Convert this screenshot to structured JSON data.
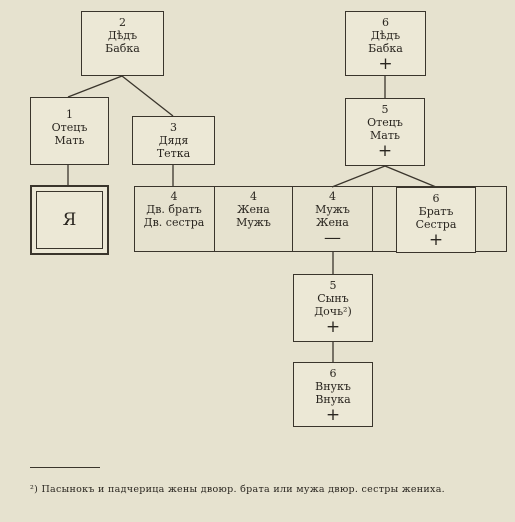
{
  "boxes": {
    "grandparents_left": {
      "num": "2",
      "l1": "Дѣдъ",
      "l2": "Бабка",
      "sign": ""
    },
    "parents_left": {
      "num": "1",
      "l1": "Отецъ",
      "l2": "Мать",
      "sign": ""
    },
    "uncle_aunt": {
      "num": "3",
      "l1": "Дядя",
      "l2": "Тетка",
      "sign": ""
    },
    "cousins": {
      "num": "4",
      "l1": "Дв. братъ",
      "l2": "Дв. сестра",
      "sign": ""
    },
    "spouse": {
      "num": "4",
      "l1": "Жена",
      "l2": "Мужъ",
      "sign": ""
    },
    "husband_wife": {
      "num": "4",
      "l1": "Мужъ",
      "l2": "Жена",
      "sign": "—"
    },
    "grandparents_right": {
      "num": "6",
      "l1": "Дѣдъ",
      "l2": "Бабка",
      "sign": "+"
    },
    "parents_right": {
      "num": "5",
      "l1": "Отецъ",
      "l2": "Мать",
      "sign": "+"
    },
    "siblings_right": {
      "num": "6",
      "l1": "Братъ",
      "l2": "Сестра",
      "sign": "+"
    },
    "son_daughter": {
      "num": "5",
      "l1": "Сынъ",
      "l2": "Дочь²)",
      "sign": "+"
    },
    "grandchildren": {
      "num": "6",
      "l1": "Внукъ",
      "l2": "Внука",
      "sign": "+"
    }
  },
  "ego": {
    "label": "Я"
  },
  "footnote": {
    "marker": "²)",
    "text": "Пасынокъ и падчерица жены двоюр. брата или мужа двюр. сестры жениха."
  }
}
